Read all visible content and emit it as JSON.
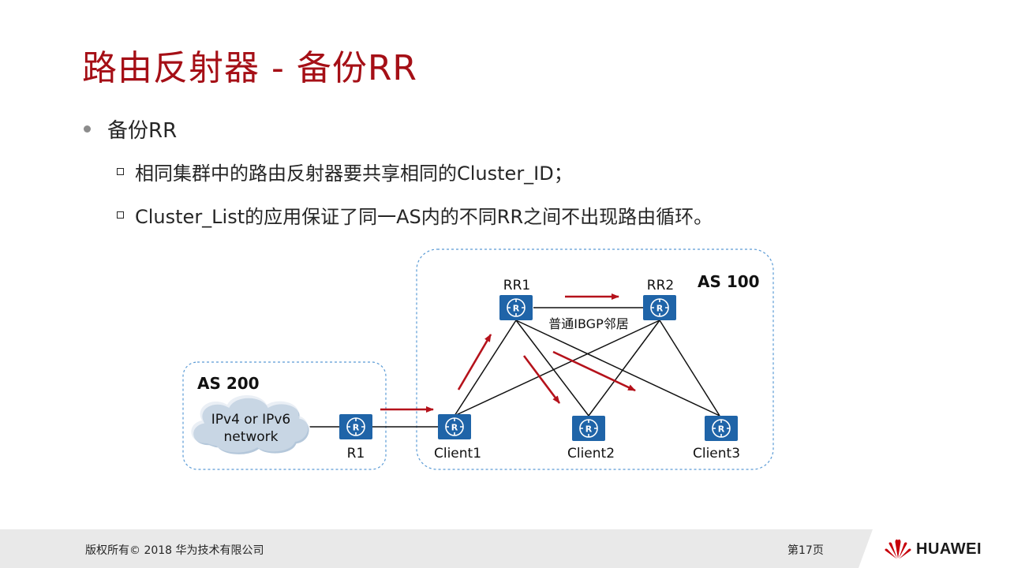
{
  "title": "路由反射器 - 备份RR",
  "bullets": {
    "main": "备份RR",
    "sub": [
      "相同集群中的路由反射器要共享相同的Cluster_ID；",
      "Cluster_List的应用保证了同一AS内的不同RR之间不出现路由循环。"
    ]
  },
  "diagram": {
    "as100_label": "AS 100",
    "as200_label": "AS 200",
    "cloud_line1": "IPv4 or IPv6",
    "cloud_line2": "network",
    "peer_label": "普通IBGP邻居",
    "routers": {
      "rr1": "RR1",
      "rr2": "RR2",
      "r1": "R1",
      "client1": "Client1",
      "client2": "Client2",
      "client3": "Client3"
    },
    "colors": {
      "router": "#1f64a8",
      "arrow": "#b5121b",
      "as_border": "#5b9bd5",
      "cloud": "#b4c7da"
    }
  },
  "footer": {
    "copyright": "版权所有© 2018 华为技术有限公司",
    "page": "第17页",
    "brand": "HUAWEI"
  },
  "theme": {
    "title_color": "#a50f16",
    "logo_color": "#c7000b"
  }
}
